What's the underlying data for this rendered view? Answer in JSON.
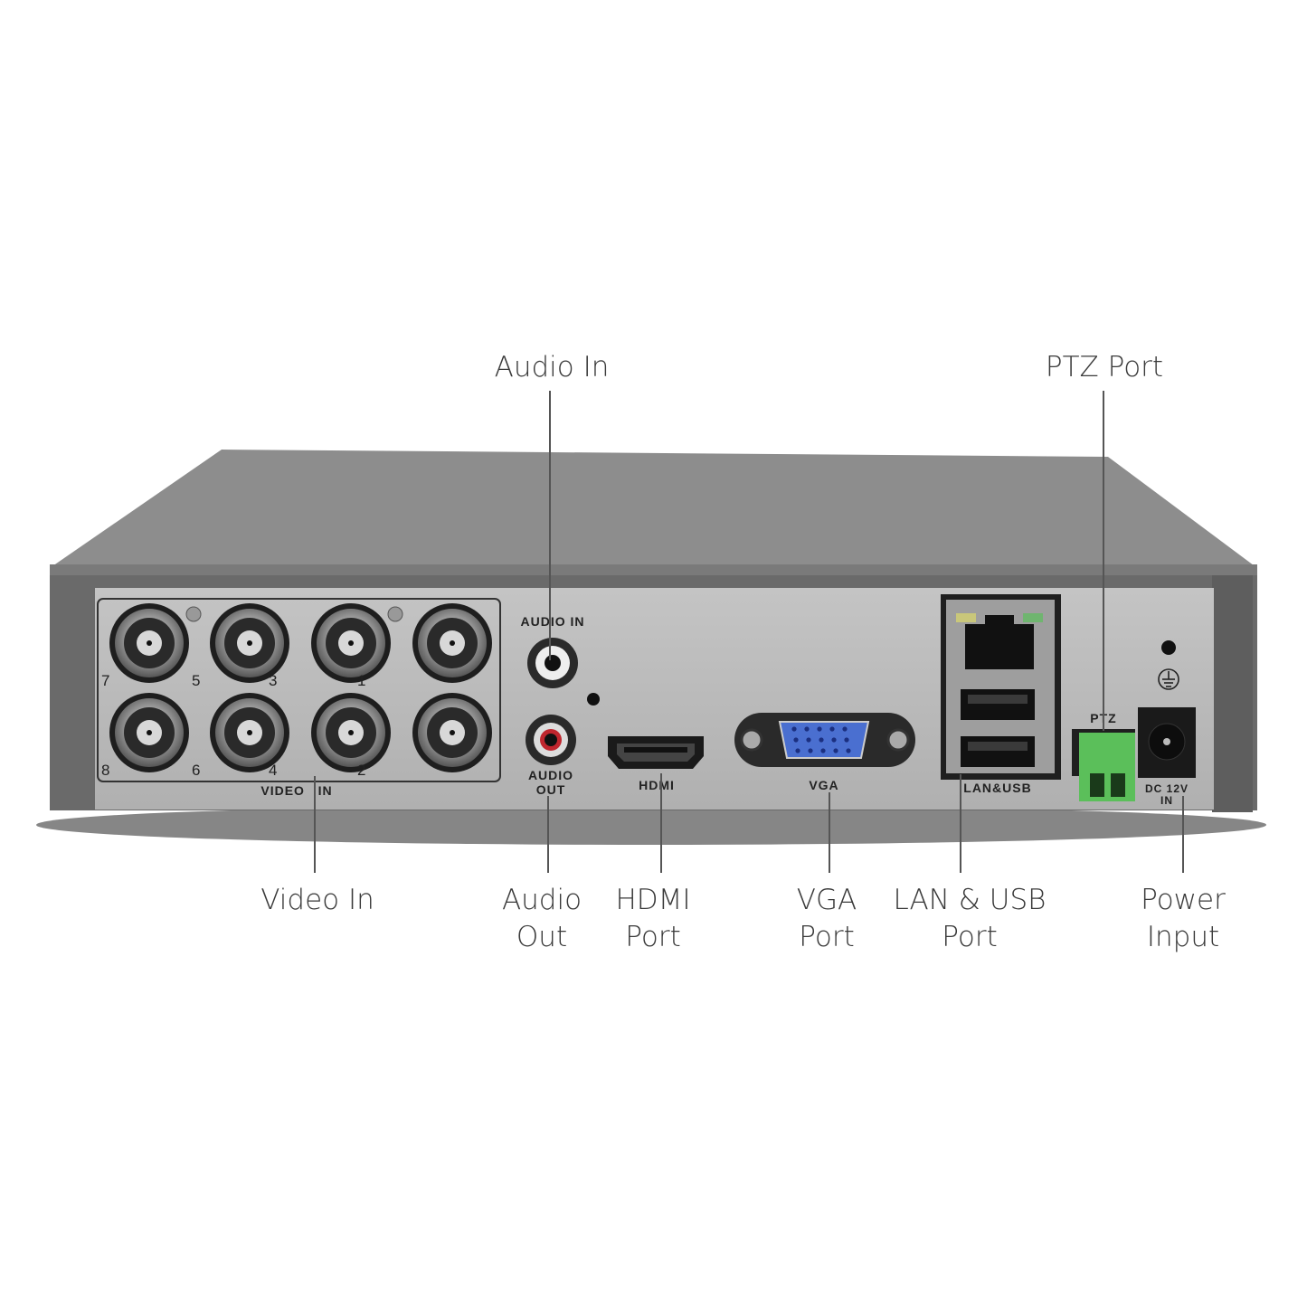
{
  "callouts": {
    "audio_in": "Audio In",
    "ptz_port": "PTZ Port",
    "video_in": "Video In",
    "audio_out": [
      "Audio",
      "Out"
    ],
    "hdmi_port": [
      "HDMI",
      "Port"
    ],
    "vga_port": [
      "VGA",
      "Port"
    ],
    "lan_usb_port": [
      "LAN & USB",
      "Port"
    ],
    "power_input": [
      "Power",
      "Input"
    ]
  },
  "panel_labels": {
    "audio_in": "AUDIO IN",
    "audio_out": [
      "AUDIO",
      "OUT"
    ],
    "video_in": "VIDEO   IN",
    "hdmi": "HDMI",
    "vga": "VGA",
    "lan_usb": "LAN&USB",
    "ptz": "PTZ",
    "dc": [
      "DC  12V",
      "IN"
    ]
  },
  "channel_numbers": [
    "7",
    "5",
    "3",
    "1",
    "8",
    "6",
    "4",
    "2"
  ],
  "colors": {
    "ptz_terminal": "#5bbf5a",
    "vga_port": "#4a6fd0",
    "audio_out_ring": "#c0262e"
  }
}
